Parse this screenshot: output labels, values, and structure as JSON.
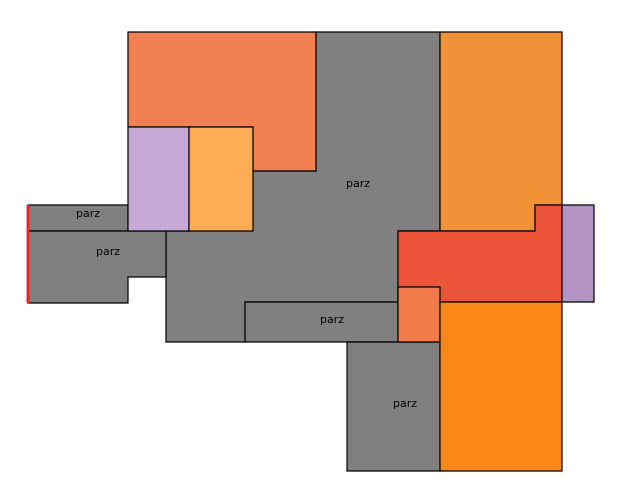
{
  "colors": {
    "corridor": "#808080",
    "orange_tl": "#F27F51",
    "lilac_left": "#C5A9D4",
    "orange_light": "#FDAB54",
    "orange_tr": "#F29136",
    "red_mid": "#EB5439",
    "lilac_right": "#B293C4",
    "salmon_small": "#F27B4E",
    "orange_br": "#FB8719",
    "edge_marker": "#E8262F"
  },
  "labels": {
    "main": "parz",
    "left_top": "parz",
    "left_bottom": "parz",
    "center_bottom": "parz",
    "bottom": "parz"
  }
}
